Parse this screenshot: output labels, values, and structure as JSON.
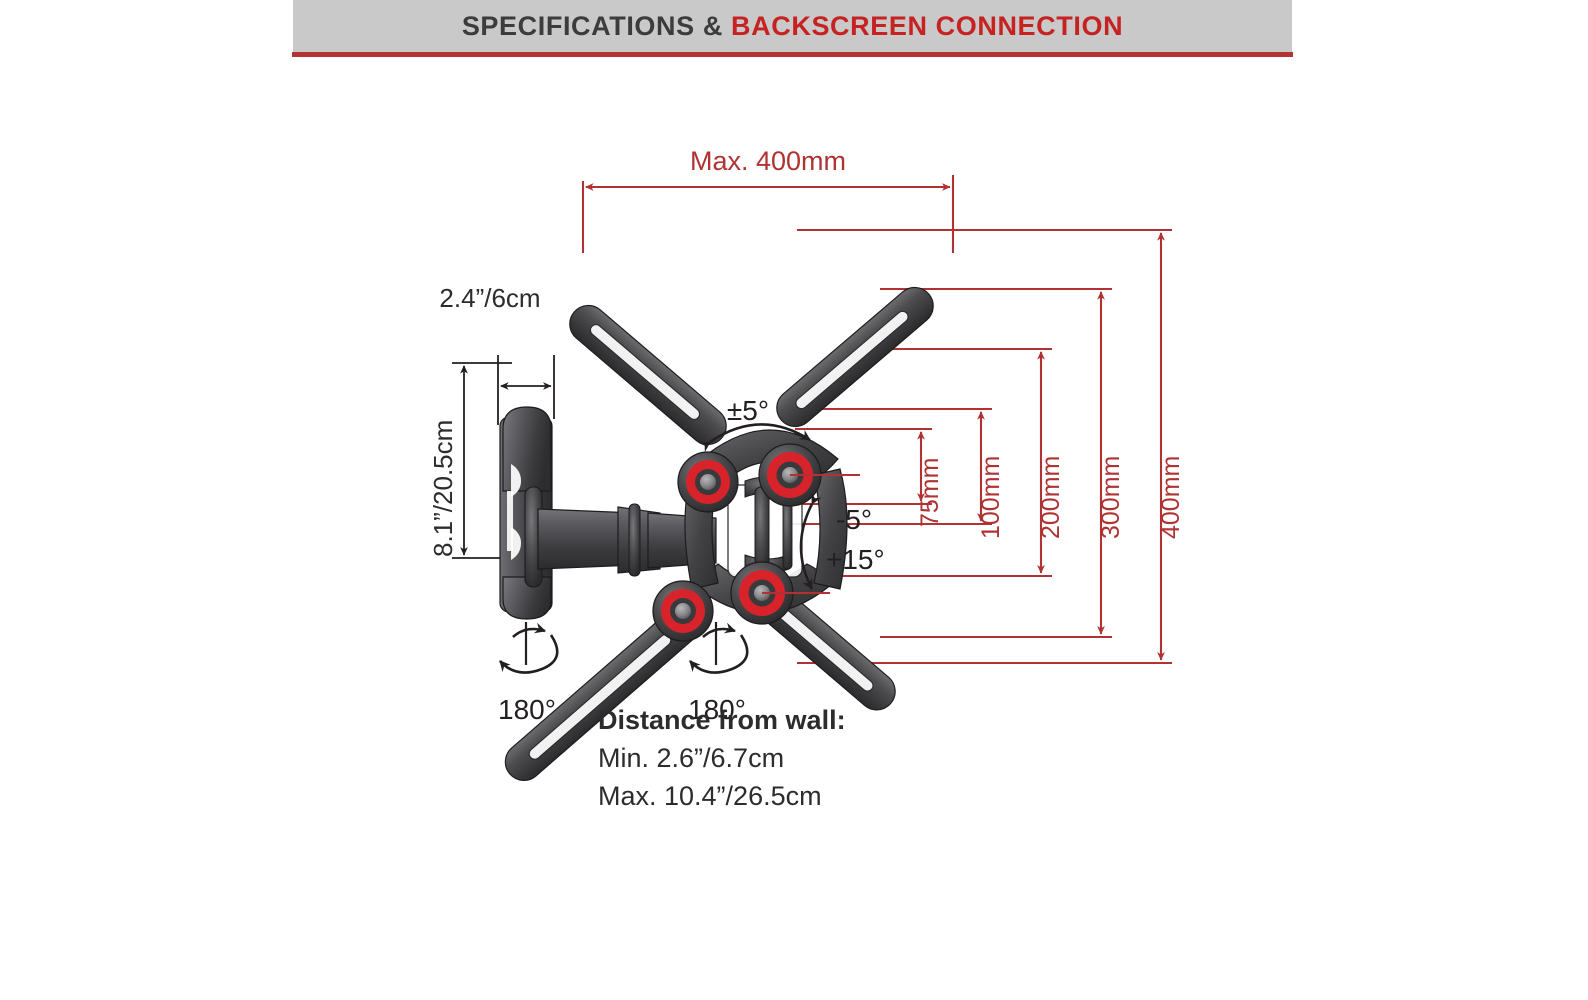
{
  "header": {
    "title_dark": "SPECIFICATIONS & ",
    "title_red": "BACKSCREEN CONNECTION",
    "band_color": "#c9c9c9",
    "rule_color": "#b33232",
    "text_color_dark": "#3c3c3c",
    "text_color_red": "#c62222"
  },
  "diagram": {
    "type": "tv-wall-mount-specification-drawing",
    "colors": {
      "dimension_red": "#b03232",
      "dimension_black": "#231f20",
      "product_dark": "#3b3b3d",
      "product_mid": "#58585b",
      "product_light": "#77777a",
      "accent_ring_red": "#d8232a"
    },
    "width_dimension": {
      "label": "Max. 400mm",
      "color": "#b03232"
    },
    "wall_plate_dimensions": {
      "width_label": "2.4”/6cm",
      "height_label": "8.1”/20.5cm",
      "color": "#231f20"
    },
    "tilt_labels": {
      "swivel_top": "±5°",
      "tilt_negative": "-5°",
      "tilt_positive": "+15°"
    },
    "rotation_labels": [
      {
        "value": "180°"
      },
      {
        "value": "180°"
      }
    ],
    "vesa_dimensions": [
      {
        "label": "75mm"
      },
      {
        "label": "100mm"
      },
      {
        "label": "200mm"
      },
      {
        "label": "300mm"
      },
      {
        "label": "400mm"
      }
    ],
    "wall_distance": {
      "heading": "Distance from wall:",
      "min": "Min. 2.6”/6.7cm",
      "max": "Max. 10.4”/26.5cm"
    }
  }
}
